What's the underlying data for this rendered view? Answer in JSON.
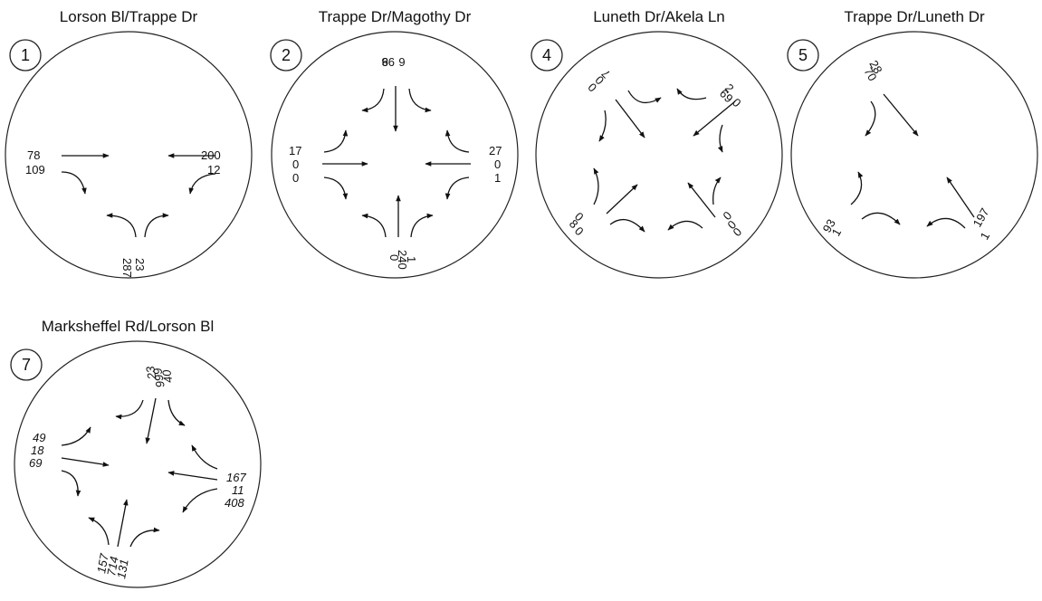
{
  "diagrams": [
    {
      "number": "1",
      "title": "Lorson Bl/Trappe Dr",
      "counts": {
        "west": [
          "78",
          "109"
        ],
        "east": [
          "200",
          "12"
        ],
        "south": [
          "287",
          "23"
        ]
      }
    },
    {
      "number": "2",
      "title": "Trappe Dr/Magothy Dr",
      "counts": {
        "north": [
          "6",
          "98",
          "9"
        ],
        "west": [
          "17",
          "0",
          "0"
        ],
        "east": [
          "27",
          "0",
          "1"
        ],
        "south": [
          "0",
          "240",
          "1"
        ]
      }
    },
    {
      "number": "4",
      "title": "Luneth Dr/Akela Ln",
      "counts": {
        "nw": [
          "0",
          "0",
          "7"
        ],
        "ne": [
          "2",
          "69",
          "0"
        ],
        "sw": [
          "0",
          "8",
          "0"
        ],
        "se": [
          "0",
          "0",
          "0"
        ]
      }
    },
    {
      "number": "5",
      "title": "Trappe Dr/Luneth Dr",
      "counts": {
        "north": [
          "28",
          "70"
        ],
        "sw": [
          "93",
          "1"
        ],
        "se": [
          "197",
          "1"
        ]
      }
    },
    {
      "number": "7",
      "title": "Marksheffel Rd/Lorson Bl",
      "counts": {
        "north": [
          "23",
          "999",
          "40"
        ],
        "west": [
          "49",
          "18",
          "69"
        ],
        "east": [
          "167",
          "11",
          "408"
        ],
        "south": [
          "157",
          "714",
          "131"
        ]
      }
    }
  ]
}
